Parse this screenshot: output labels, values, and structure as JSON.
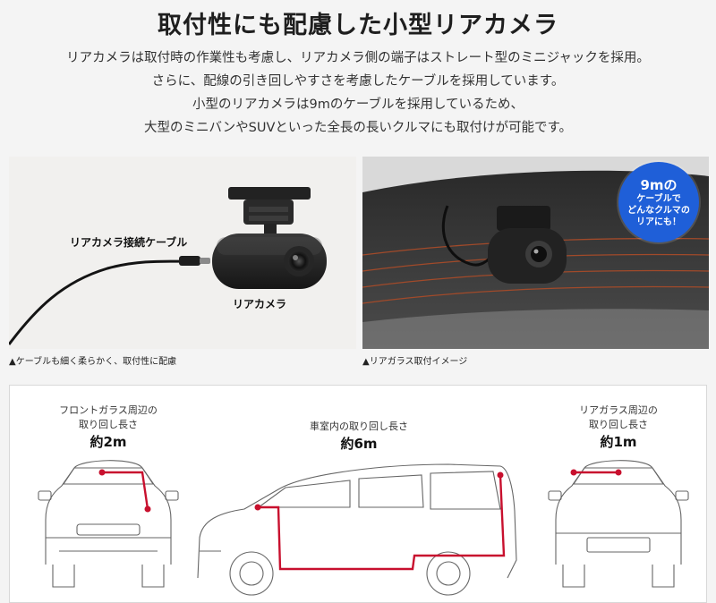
{
  "header": {
    "title": "取付性にも配慮した小型リアカメラ",
    "intro_lines": [
      "リアカメラは取付時の作業性も考慮し、リアカメラ側の端子はストレート型のミニジャックを採用。",
      "さらに、配線の引き回しやすさを考慮したケーブルを採用しています。",
      "小型のリアカメラは9mのケーブルを採用しているため、",
      "大型のミニバンやSUVといった全長の長いクルマにも取付けが可能です。"
    ]
  },
  "photos": {
    "left": {
      "label_cable": "リアカメラ接続ケーブル",
      "label_camera": "リアカメラ",
      "caption": "▲ケーブルも細く柔らかく、取付性に配慮"
    },
    "right": {
      "badge_line1": "9mの",
      "badge_line2": "ケーブルで",
      "badge_line3": "どんなクルマの",
      "badge_line4": "リアにも！",
      "caption": "▲リアガラス取付イメージ"
    }
  },
  "routing": {
    "front": {
      "line1": "フロントガラス周辺の",
      "line2": "取り回し長さ",
      "length": "約2m"
    },
    "cabin": {
      "line1": "車室内の取り回し長さ",
      "length": "約6m"
    },
    "rear": {
      "line1": "リアガラス周辺の",
      "line2": "取り回し長さ",
      "length": "約1m"
    }
  },
  "colors": {
    "accent_red": "#c8102e",
    "badge_blue": "#1f5fd8"
  }
}
